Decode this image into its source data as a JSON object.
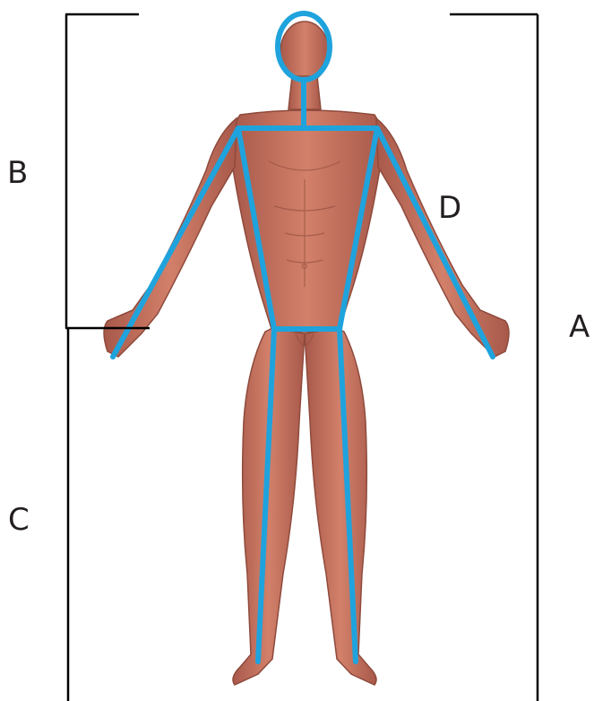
{
  "labels": {
    "a": "A",
    "b": "B",
    "c": "C",
    "d": "D"
  },
  "colors": {
    "stick_figure": "#1fa3dd",
    "bracket": "#000000",
    "skin": "#c9735d",
    "skin_shadow": "#9c4f3f",
    "label": "#231f20"
  }
}
